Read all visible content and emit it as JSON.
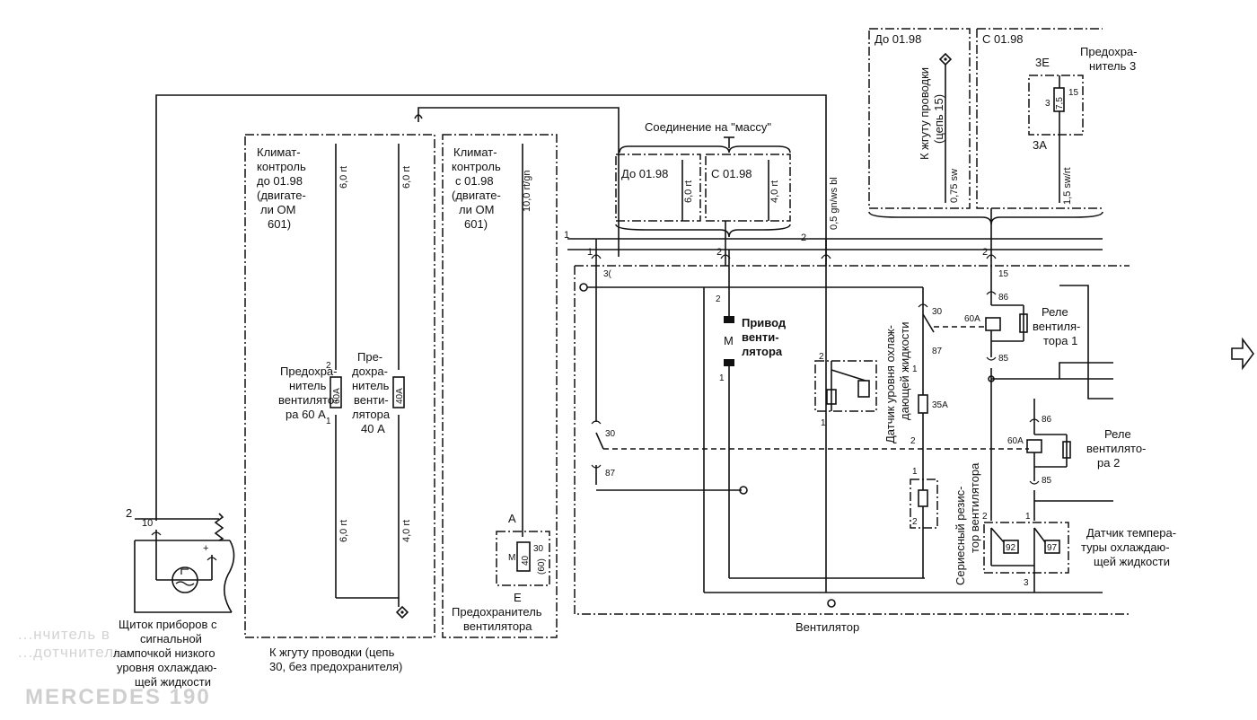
{
  "diagram": {
    "top_boxes": {
      "before": "До 01.98",
      "after": "С 01.98",
      "harness_text": [
        "К жгуту проводки",
        "(цепь 15)"
      ],
      "fuse3_label": [
        "Предохра-",
        "нитель 3"
      ],
      "fuse3_top": "3E",
      "fuse3_bottom": "3A",
      "fuse3_value": "7,5",
      "fuse3_pin_left": "3",
      "fuse3_pin_right": "15",
      "wire_before": "0,75 sw",
      "wire_after": "1,5 sw/rt"
    },
    "ground": {
      "title": "Соединение на \"массу\"",
      "before": "До 01.98",
      "after": "С 01.98",
      "wire_before": "6,0 rt",
      "wire_after": "4,0 rt"
    },
    "climate_old": {
      "title": [
        "Климат-",
        "контроль",
        "до 01.98",
        "(двигате-",
        "ли ОМ",
        "601)"
      ],
      "wire1": "6,0 rt",
      "wire2": "6,0 rt",
      "wire3": "6,0 rt",
      "wire4": "4,0 rt",
      "fuse60_label": [
        "Предохра-",
        "нитель",
        "вентилято-",
        "ра 60 А"
      ],
      "fuse60_value": "60A",
      "fuse40_label": [
        "Пре-",
        "дохра-",
        "нитель",
        "венти-",
        "лятора",
        "40 А"
      ],
      "fuse40_value": "40A",
      "pin_top": "2",
      "pin_bottom": "1"
    },
    "climate_new": {
      "title": [
        "Климат-",
        "контроль",
        "с 01.98",
        "(двигате-",
        "ли ОМ",
        "601)"
      ],
      "wire": "10,0 rt/gn",
      "fuse_top": "A",
      "fuse_bottom": "E",
      "fuse_value": "40",
      "fuse_value_alt": "(60)",
      "fuse_pin": "30",
      "fuse_m": "M",
      "fuse_label": [
        "Предохранитель",
        "вентилятора"
      ]
    },
    "fan_section": {
      "label": "Вентилятор",
      "motor_label": [
        "Привод",
        "венти-",
        "лятора"
      ],
      "motor_symbol": "M",
      "wire_middle": "0,5 gn/ws bl",
      "level_sensor_label": [
        "Датчик уровня охлаж-",
        "дающей жидкости"
      ],
      "resistor_label": [
        "Сериесный резис-",
        "тор вентилятора"
      ],
      "fuse_35": "35A",
      "relay1_label": [
        "Реле",
        "вентиля-",
        "тора 1"
      ],
      "relay2_label": [
        "Реле",
        "вентилято-",
        "ра 2"
      ],
      "relay_current": "60A",
      "temp_sensor_label": [
        "Датчик темпера-",
        "туры охлаждаю-",
        "щей жидкости"
      ],
      "temp_92": "92",
      "temp_97": "97",
      "pins": {
        "p30": "30",
        "p87": "87",
        "p86": "86",
        "p85": "85",
        "p15": "15",
        "p1": "1",
        "p2": "2",
        "p3": "3",
        "p30_short": "3("
      }
    },
    "cluster": {
      "label": [
        "Щиток приборов с",
        "сигнальной",
        "лампочкой низкого",
        "уровня охлаждаю-",
        "щей жидкости"
      ],
      "pin2": "2",
      "pin10": "10",
      "plus": "+"
    },
    "bottom_harness": [
      "К жгуту проводки (цепь",
      "30, без предохранителя)"
    ],
    "arrow_icon": "right-arrow-icon",
    "watermark_lines": [
      "...нчитель в",
      "...дотчнитель"
    ],
    "watermark_brand": "MERCEDES 190"
  }
}
